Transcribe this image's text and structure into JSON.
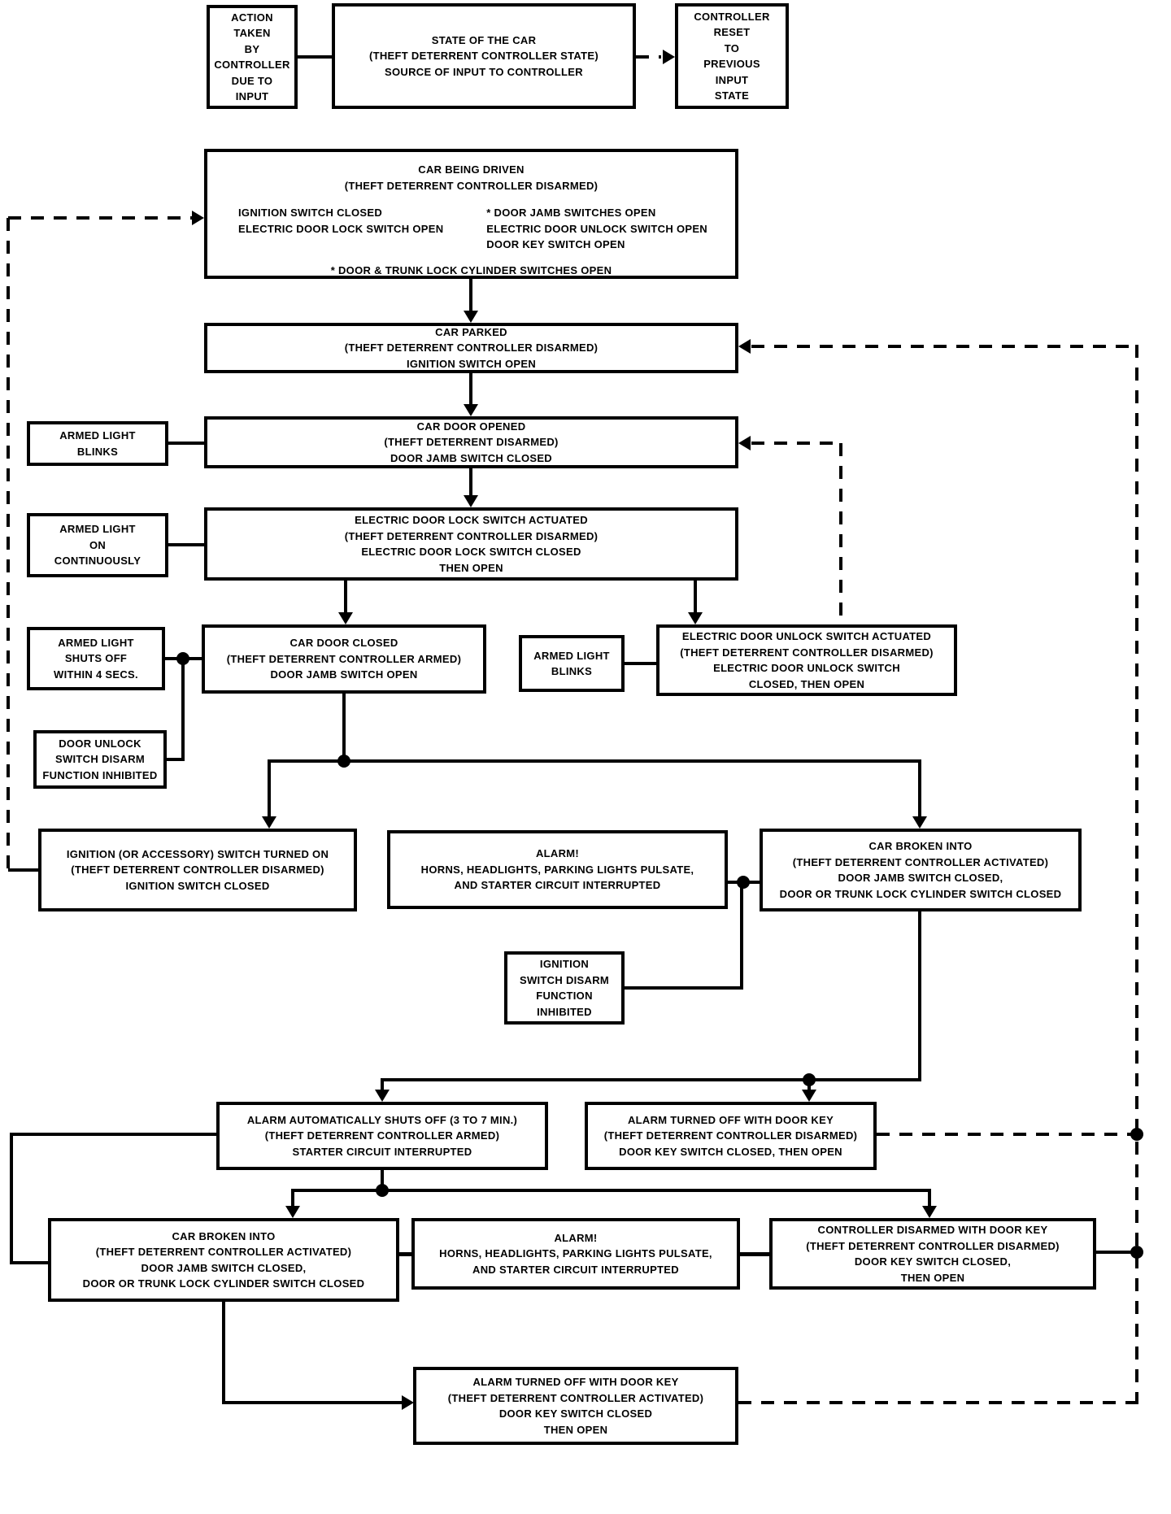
{
  "legend": {
    "action_box": {
      "lines": [
        "ACTION",
        "TAKEN",
        "BY",
        "CONTROLLER",
        "DUE TO",
        "INPUT"
      ]
    },
    "state_box": {
      "lines": [
        "STATE OF THE CAR",
        "(THEFT DETERRENT CONTROLLER STATE)",
        "SOURCE OF INPUT TO CONTROLLER"
      ]
    },
    "reset_box": {
      "lines": [
        "CONTROLLER",
        "RESET",
        "TO",
        "PREVIOUS",
        "INPUT",
        "STATE"
      ]
    }
  },
  "nodes": {
    "car_being_driven": {
      "title": [
        "CAR BEING DRIVEN",
        "(THEFT DETERRENT CONTROLLER DISARMED)"
      ],
      "left_column": [
        "IGNITION SWITCH CLOSED",
        "ELECTRIC DOOR LOCK SWITCH OPEN"
      ],
      "right_column": [
        "* DOOR JAMB SWITCHES OPEN",
        "ELECTRIC DOOR UNLOCK SWITCH OPEN",
        "DOOR KEY SWITCH OPEN"
      ],
      "footer": "* DOOR & TRUNK LOCK CYLINDER SWITCHES OPEN"
    },
    "car_parked": {
      "lines": [
        "CAR PARKED",
        "(THEFT DETERRENT CONTROLLER DISARMED)",
        "IGNITION SWITCH OPEN"
      ]
    },
    "car_door_opened": {
      "lines": [
        "CAR DOOR OPENED",
        "(THEFT DETERRENT DISARMED)",
        "DOOR JAMB SWITCH CLOSED"
      ]
    },
    "armed_light_blinks_1": {
      "lines": [
        "ARMED LIGHT",
        "BLINKS"
      ]
    },
    "electric_door_lock_actuated": {
      "lines": [
        "ELECTRIC DOOR LOCK SWITCH ACTUATED",
        "(THEFT DETERRENT CONTROLLER DISARMED)",
        "ELECTRIC DOOR LOCK SWITCH CLOSED",
        "THEN OPEN"
      ]
    },
    "armed_light_on_continuously": {
      "lines": [
        "ARMED LIGHT",
        "ON",
        "CONTINUOUSLY"
      ]
    },
    "car_door_closed": {
      "lines": [
        "CAR DOOR CLOSED",
        "(THEFT DETERRENT CONTROLLER ARMED)",
        "DOOR JAMB SWITCH OPEN"
      ]
    },
    "armed_light_shuts_off": {
      "lines": [
        "ARMED LIGHT",
        "SHUTS OFF",
        "WITHIN 4 SECS."
      ]
    },
    "armed_light_blinks_2": {
      "lines": [
        "ARMED LIGHT",
        "BLINKS"
      ]
    },
    "electric_door_unlock_actuated": {
      "lines": [
        "ELECTRIC DOOR UNLOCK SWITCH ACTUATED",
        "(THEFT DETERRENT CONTROLLER DISARMED)",
        "ELECTRIC DOOR UNLOCK SWITCH",
        "CLOSED, THEN OPEN"
      ]
    },
    "door_unlock_disarm_inhibited": {
      "lines": [
        "DOOR UNLOCK",
        "SWITCH DISARM",
        "FUNCTION INHIBITED"
      ]
    },
    "ignition_switch_turned_on": {
      "lines": [
        "IGNITION (OR ACCESSORY) SWITCH TURNED ON",
        "(THEFT DETERRENT CONTROLLER DISARMED)",
        "IGNITION SWITCH CLOSED"
      ]
    },
    "alarm_1": {
      "lines": [
        "ALARM!",
        "HORNS, HEADLIGHTS, PARKING LIGHTS PULSATE,",
        "AND STARTER CIRCUIT INTERRUPTED"
      ]
    },
    "car_broken_into_1": {
      "lines": [
        "CAR BROKEN INTO",
        "(THEFT DETERRENT CONTROLLER ACTIVATED)",
        "DOOR JAMB SWITCH CLOSED,",
        "DOOR OR TRUNK LOCK CYLINDER SWITCH CLOSED"
      ]
    },
    "ignition_switch_disarm_inhibited": {
      "lines": [
        "IGNITION",
        "SWITCH DISARM",
        "FUNCTION",
        "INHIBITED"
      ]
    },
    "alarm_auto_shuts_off": {
      "lines": [
        "ALARM AUTOMATICALLY SHUTS OFF (3 TO 7 MIN.)",
        "(THEFT DETERRENT CONTROLLER ARMED)",
        "STARTER CIRCUIT INTERRUPTED"
      ]
    },
    "alarm_off_door_key_disarmed": {
      "lines": [
        "ALARM TURNED OFF WITH DOOR KEY",
        "(THEFT DETERRENT CONTROLLER DISARMED)",
        "DOOR KEY SWITCH CLOSED, THEN OPEN"
      ]
    },
    "car_broken_into_2": {
      "lines": [
        "CAR BROKEN INTO",
        "(THEFT DETERRENT CONTROLLER ACTIVATED)",
        "DOOR JAMB SWITCH CLOSED,",
        "DOOR OR TRUNK LOCK CYLINDER SWITCH CLOSED"
      ]
    },
    "alarm_2": {
      "lines": [
        "ALARM!",
        "HORNS, HEADLIGHTS, PARKING LIGHTS PULSATE,",
        "AND STARTER CIRCUIT INTERRUPTED"
      ]
    },
    "controller_disarmed_door_key": {
      "lines": [
        "CONTROLLER DISARMED WITH DOOR KEY",
        "(THEFT DETERRENT CONTROLLER DISARMED)",
        "DOOR KEY SWITCH CLOSED,",
        "THEN OPEN"
      ]
    },
    "alarm_off_door_key_activated": {
      "lines": [
        "ALARM TURNED OFF WITH DOOR KEY",
        "(THEFT DETERRENT CONTROLLER ACTIVATED)",
        "DOOR KEY SWITCH CLOSED",
        "THEN OPEN"
      ]
    }
  },
  "colors": {
    "ink": "#000000",
    "paper": "#ffffff"
  }
}
